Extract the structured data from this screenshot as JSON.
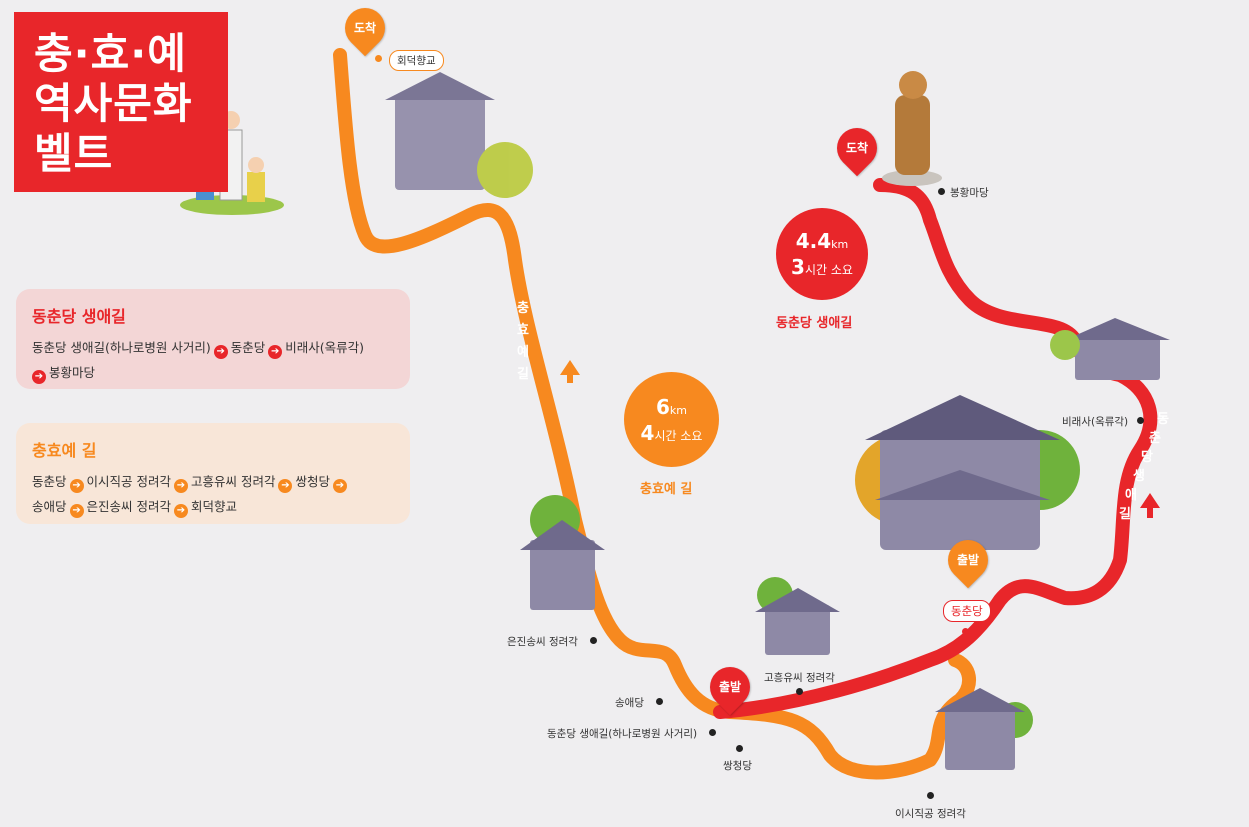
{
  "title": {
    "line1": "충·효·예",
    "line2": "역사문화",
    "line3": "벨트"
  },
  "cards": {
    "dongchun": {
      "heading": "동춘당 생애길",
      "stops": [
        "동춘당 생애길(하나로병원 사거리)",
        "동춘당",
        "비래사(옥류각)",
        "봉황마당"
      ],
      "color": "#e8262a"
    },
    "chunghyoye": {
      "heading": "충효예 길",
      "stops": [
        "동춘당",
        "이시직공 정려각",
        "고흥유씨 정려각",
        "쌍청당",
        "송애당",
        "은진송씨 정려각",
        "회덕향교"
      ],
      "color": "#f7891f"
    }
  },
  "routes": {
    "orange": {
      "distance_num": "6",
      "distance_unit": "km",
      "time_num": "4",
      "time_text": "시간 소요",
      "name": "충효예 길",
      "path_label": [
        "충",
        "효",
        "예",
        "길"
      ],
      "color": "#f7891f"
    },
    "red": {
      "distance_num": "4.4",
      "distance_unit": "km",
      "time_num": "3",
      "time_text": "시간 소요",
      "name": "동춘당 생애길",
      "path_label": [
        "동",
        "춘",
        "당",
        "생",
        "애",
        "길"
      ],
      "color": "#e8262a"
    }
  },
  "pins": {
    "arrive_orange": "도착",
    "arrive_red": "도착",
    "depart_orange": "출발",
    "depart_red": "출발"
  },
  "places": {
    "hoedeok": "회덕향교",
    "bonghwang": "봉황마당",
    "birae": "비래사(옥류각)",
    "eunjin": "은진송씨 정려각",
    "songae": "송애당",
    "crossroad": "동춘당 생애길(하나로병원 사거리)",
    "ssangcheong": "쌍청당",
    "goheung": "고흥유씨 정려각",
    "isijik": "이시직공 정려각",
    "dongchundang": "동춘당"
  }
}
